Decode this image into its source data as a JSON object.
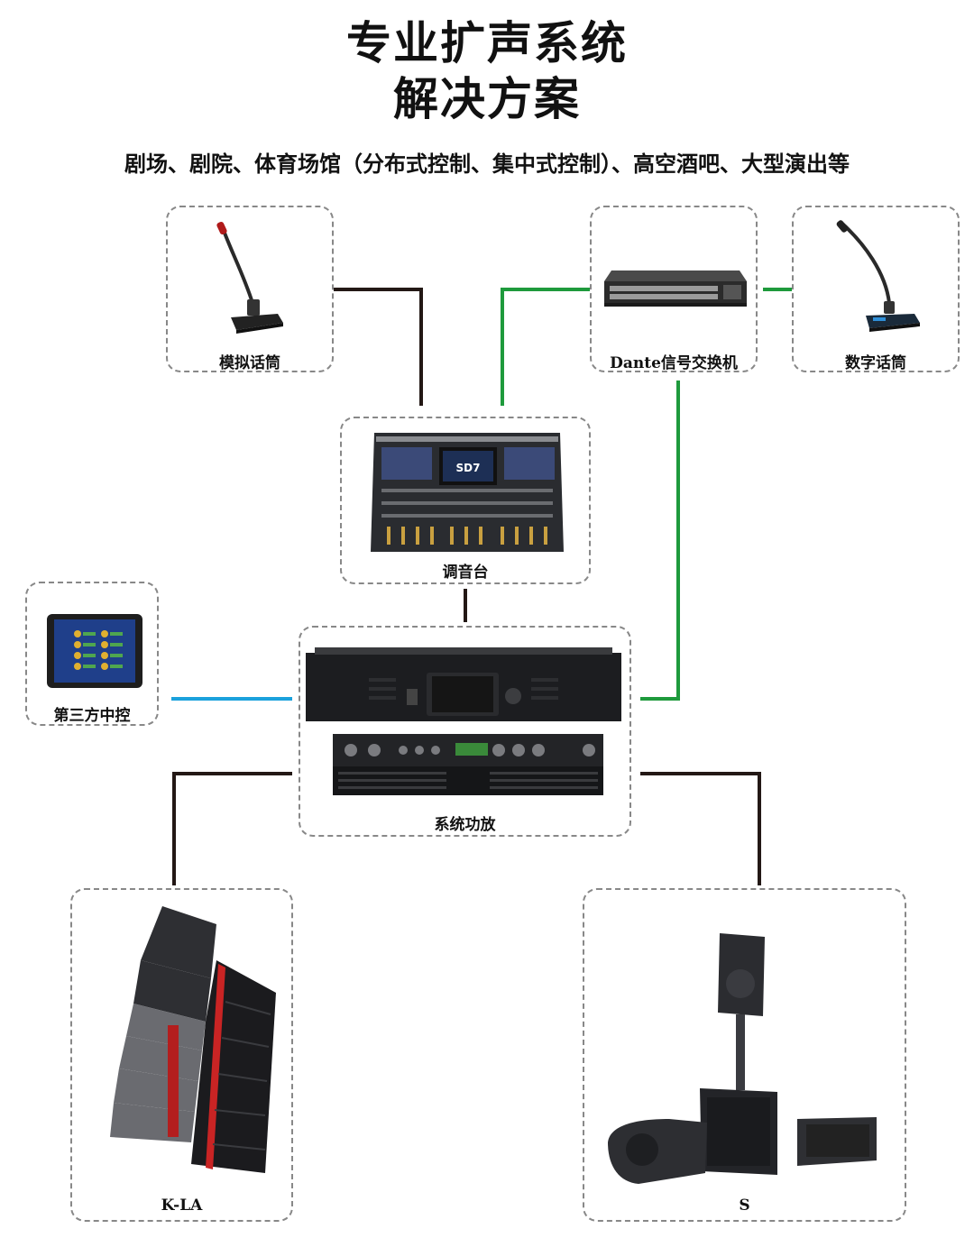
{
  "title": {
    "line1": "专业扩声系统",
    "line2": "解决方案"
  },
  "subtitle": "剧场、剧院、体育场馆（分布式控制、集中式控制）、高空酒吧、大型演出等",
  "devices": {
    "analog_mic": {
      "label": "模拟话筒",
      "icon": "gooseneck-microphone-icon"
    },
    "dante_switch": {
      "label": "Dante信号交换机",
      "icon": "network-switch-icon"
    },
    "digital_mic": {
      "label": "数字话筒",
      "icon": "gooseneck-microphone-icon"
    },
    "mixer": {
      "label": "调音台",
      "icon": "mixing-console-icon",
      "screen_text": "SD7"
    },
    "control": {
      "label": "第三方中控",
      "icon": "tablet-icon"
    },
    "amplifier": {
      "label": "系统功放",
      "icon": "power-amplifier-icon"
    },
    "line_array": {
      "label": "K-LA",
      "icon": "line-array-speaker-icon"
    },
    "speakers": {
      "label": "S",
      "icon": "speaker-set-icon"
    }
  },
  "colors": {
    "analog": "#231815",
    "dante": "#1e9a3c",
    "control": "#1ba1dc",
    "border": "#888888"
  }
}
